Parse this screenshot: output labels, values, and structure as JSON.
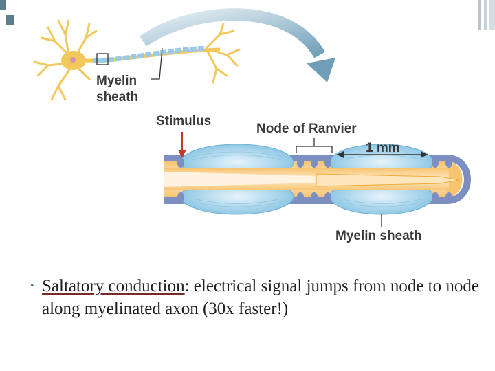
{
  "labels": {
    "myelin_line1": "Myelin",
    "myelin_line2": "sheath",
    "stimulus": "Stimulus",
    "node_of_ranvier": "Node of Ranvier",
    "scale": "1 mm",
    "myelin_sheath": "Myelin sheath"
  },
  "bullet": {
    "term": "Saltatory conduction",
    "rest": ": electrical signal jumps from node to node along myelinated axon (30x faster!)"
  },
  "colors": {
    "axon": "#f5b24a",
    "sheath": "#a9d6ee",
    "node": "#7d8ec0",
    "neuron": "#f2c75c",
    "arrow": "#8ab6cc"
  }
}
